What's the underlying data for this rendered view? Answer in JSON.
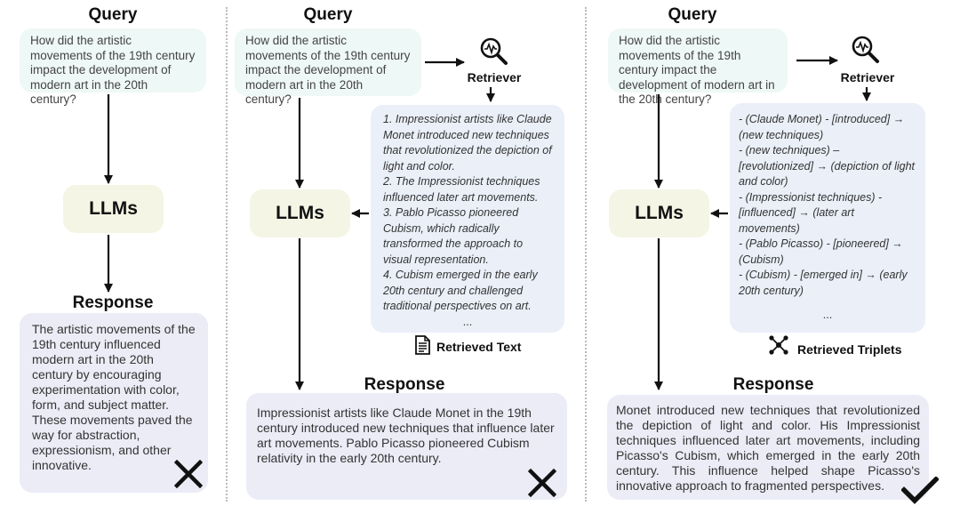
{
  "panels": [
    {
      "query_title": "Query",
      "query_text": "How did the artistic movements of the 19th century impact the development of modern art in the 20th century?",
      "llm_label": "LLMs",
      "response_title": "Response",
      "response_text": "The artistic movements of the 19th century influenced modern art in the 20th century by encouraging experimentation with color, form, and subject matter. These movements paved the way for abstraction, expressionism, and other innovative.",
      "verdict_icon": "cross-icon"
    },
    {
      "query_title": "Query",
      "query_text": "How did the artistic movements of the 19th century impact the development of modern art in the 20th century?",
      "retriever_label": "Retriever",
      "retrieved_lines": [
        "1. Impressionist artists like Claude Monet introduced new techniques that revolutionized the depiction of light and color.",
        "2. The Impressionist techniques influenced later art movements.",
        "3. Pablo Picasso pioneered Cubism, which radically transformed the approach to visual representation.",
        "4. Cubism emerged in the early 20th century and challenged traditional perspectives on art."
      ],
      "ellipsis": "...",
      "retrieved_label": "Retrieved Text",
      "llm_label": "LLMs",
      "response_title": "Response",
      "response_text": "Impressionist artists like Claude Monet in the 19th century introduced new techniques that influence later art movements. Pablo Picasso pioneered Cubism relativity in the early 20th century.",
      "verdict_icon": "cross-icon"
    },
    {
      "query_title": "Query",
      "query_text": "How did the artistic movements of the 19th century impact the development of modern art in the 20th century?",
      "retriever_label": "Retriever",
      "retrieved_lines": [
        "- (Claude Monet) - [introduced] → (new techniques)",
        "- (new techniques) – [revolutionized] → (depiction of light and color)",
        "- (Impressionist techniques) - [influenced] → (later art movements)",
        "- (Pablo Picasso) - [pioneered] → (Cubism)",
        "- (Cubism) - [emerged in] → (early 20th century)"
      ],
      "ellipsis": "...",
      "retrieved_label": "Retrieved Triplets",
      "llm_label": "LLMs",
      "response_title": "Response",
      "response_text": "Monet introduced new techniques that revolutionized the depiction of light and color. His Impressionist techniques influenced later art movements, including Picasso's Cubism, which emerged in the early 20th century. This influence helped shape Picasso's innovative approach to fragmented perspectives.",
      "verdict_icon": "check-icon"
    }
  ],
  "colors": {
    "query_bg": "#eef8f6",
    "llm_bg": "#f4f5e4",
    "retrieved_bg": "#eaeff8",
    "response_bg": "#ececf7"
  }
}
